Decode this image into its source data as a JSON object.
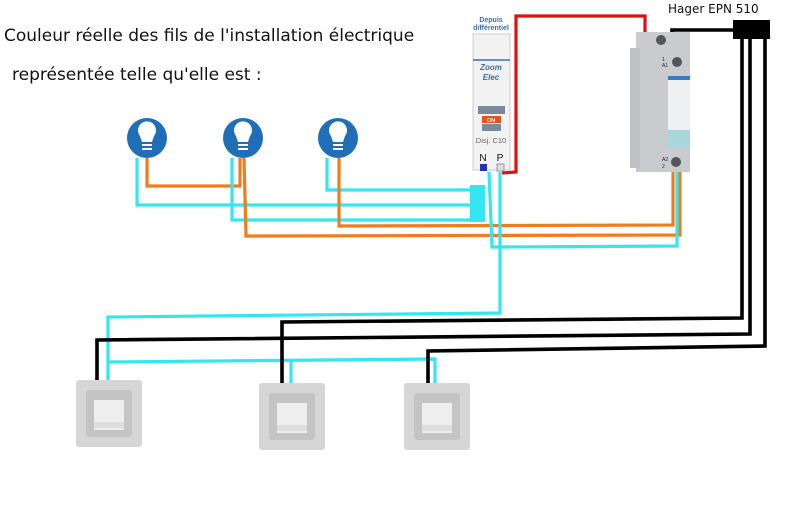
{
  "title": {
    "line1": "Couleur réelle des fils de l'installation électrique",
    "line2": "représentée telle qu'elle est :"
  },
  "contactor": {
    "label": "Hager EPN 510",
    "terminal_1": "1",
    "terminal_a1": "A1",
    "terminal_a2": "A2",
    "terminal_2": "2"
  },
  "breaker": {
    "source": [
      "Depuis",
      "différentiel"
    ],
    "brand": [
      "Zoom",
      "Elec"
    ],
    "switch_state": "ON",
    "rating": "Disj. C10",
    "terminal_n": "N",
    "terminal_p": "P"
  },
  "wire_colors": {
    "neutral": "#33e6f2",
    "phase": "#e01010",
    "return": "#f07c1e",
    "control": "#000000"
  },
  "bulbs": [
    {
      "icon": "lightbulb-icon"
    },
    {
      "icon": "lightbulb-icon"
    },
    {
      "icon": "lightbulb-icon"
    }
  ],
  "pushbuttons": [
    {
      "icon": "push-button-switch"
    },
    {
      "icon": "push-button-switch"
    },
    {
      "icon": "push-button-switch"
    }
  ]
}
